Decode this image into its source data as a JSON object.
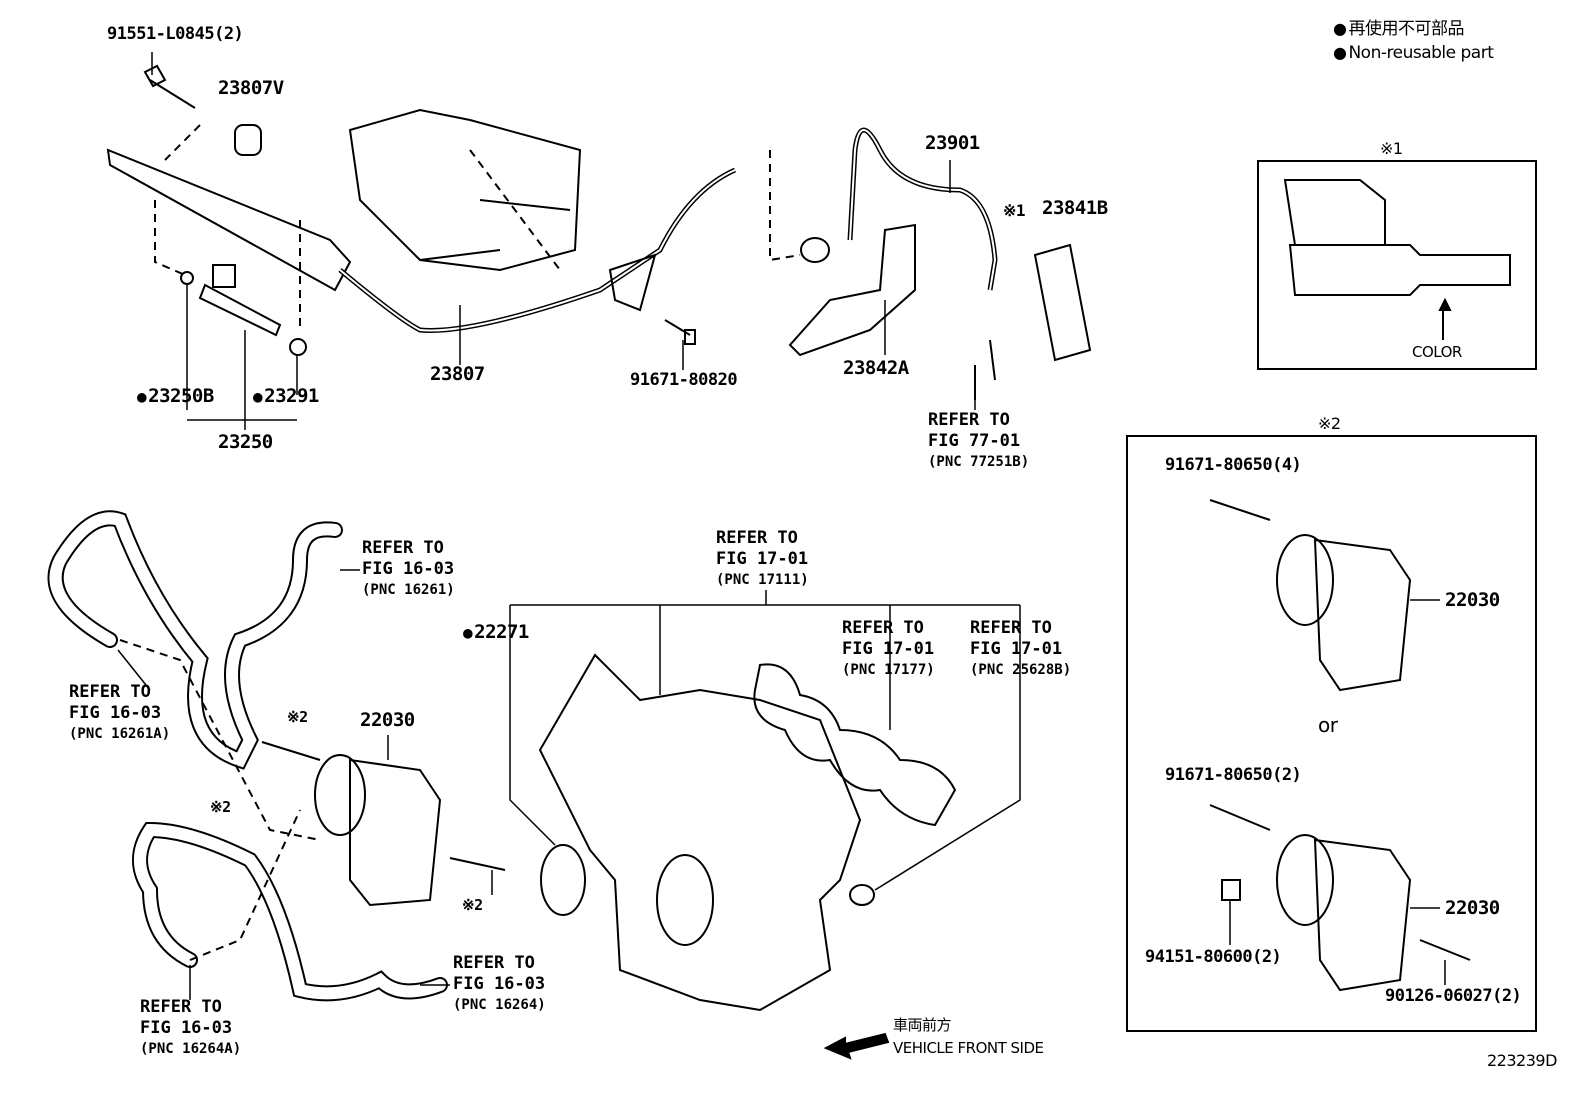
{
  "legend": {
    "jp": "再使用不可部品",
    "en": "Non-reusable part"
  },
  "parts": {
    "p91551": "91551-L0845(2)",
    "p23807V": "23807V",
    "p23807": "23807",
    "p91671_80820": "91671-80820",
    "p23901": "23901",
    "note1_mark": "※1",
    "p23841B": "23841B",
    "p23842A": "23842A",
    "p23250B": "23250B",
    "p23291": "23291",
    "p23250": "23250",
    "p22030": "22030",
    "p22271": "22271",
    "note2_a": "※2",
    "note2_b": "※2",
    "note2_c": "※2"
  },
  "refs": [
    {
      "line1": "REFER TO",
      "line2": "FIG 77-01",
      "pnc": "(PNC 77251B)"
    },
    {
      "line1": "REFER TO",
      "line2": "FIG 16-03",
      "pnc": "(PNC 16261)"
    },
    {
      "line1": "REFER TO",
      "line2": "FIG 16-03",
      "pnc": "(PNC 16261A)"
    },
    {
      "line1": "REFER TO",
      "line2": "FIG 16-03",
      "pnc": "(PNC 16264)"
    },
    {
      "line1": "REFER TO",
      "line2": "FIG 16-03",
      "pnc": "(PNC 16264A)"
    },
    {
      "line1": "REFER TO",
      "line2": "FIG 17-01",
      "pnc": "(PNC 17111)"
    },
    {
      "line1": "REFER TO",
      "line2": "FIG 17-01",
      "pnc": "(PNC 17177)"
    },
    {
      "line1": "REFER TO",
      "line2": "FIG 17-01",
      "pnc": "(PNC 25628B)"
    }
  ],
  "inset1": {
    "mark": "※1",
    "color_label": "COLOR"
  },
  "inset2": {
    "mark": "※2",
    "bolt4": "91671-80650(4)",
    "tb1": "22030",
    "or": "or",
    "bolt2": "91671-80650(2)",
    "tb2": "22030",
    "nut": "94151-80600(2)",
    "stud": "90126-06027(2)"
  },
  "front": {
    "jp": "車両前方",
    "en": "VEHICLE FRONT SIDE",
    "icon": "arrow-left-icon"
  },
  "figure_id": "223239D"
}
